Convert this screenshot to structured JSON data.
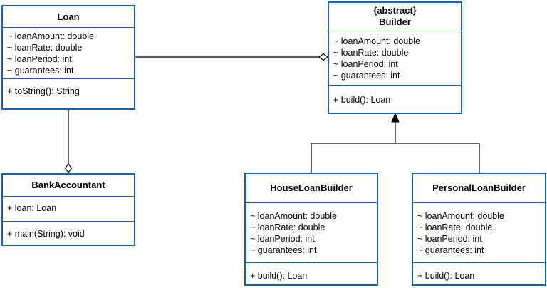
{
  "classes": {
    "loan": {
      "name": "Loan",
      "attributes": [
        "~ loanAmount: double",
        "~ loanRate: double",
        "~ loanPeriod: int",
        "~ guarantees: int"
      ],
      "operations": [
        "+ toString(): String"
      ]
    },
    "builder": {
      "stereotype": "{abstract}",
      "name": "Builder",
      "attributes": [
        "~ loanAmount: double",
        "~ loanRate: double",
        "~ loanPeriod: int",
        "~ guarantees: int"
      ],
      "operations": [
        "+ build(): Loan"
      ]
    },
    "bank_accountant": {
      "name": "BankAccountant",
      "attributes": [
        "+ loan: Loan"
      ],
      "operations": [
        "+ main(String): void"
      ]
    },
    "house_loan_builder": {
      "name": "HouseLoanBuilder",
      "attributes": [
        "~ loanAmount: double",
        "~ loanRate: double",
        "~ loanPeriod: int",
        "~ guarantees: int"
      ],
      "operations": [
        "+ build(): Loan"
      ]
    },
    "personal_loan_builder": {
      "name": "PersonalLoanBuilder",
      "attributes": [
        "~ loanAmount: double",
        "~ loanRate: double",
        "~ loanPeriod: int",
        "~ guarantees: int"
      ],
      "operations": [
        "+ build(): Loan"
      ]
    }
  },
  "relationships": [
    {
      "type": "aggregation",
      "whole": "Builder",
      "part": "Loan"
    },
    {
      "type": "aggregation",
      "whole": "BankAccountant",
      "part": "Loan"
    },
    {
      "type": "generalization",
      "child": "HouseLoanBuilder",
      "parent": "Builder"
    },
    {
      "type": "generalization",
      "child": "PersonalLoanBuilder",
      "parent": "Builder"
    }
  ],
  "colors": {
    "box_border": "#1f5ea8",
    "connector": "#000000",
    "background": "#ffffff"
  }
}
